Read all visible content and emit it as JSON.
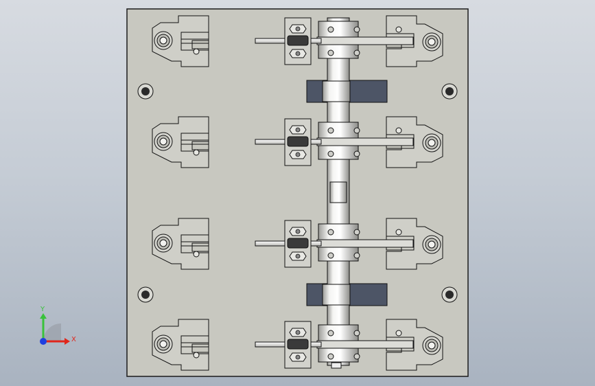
{
  "viewport": {
    "background_top": "#d7dbe1",
    "background_bottom": "#a9b3c0"
  },
  "model": {
    "plate_color": "#c8c8c0",
    "edge_color": "#1a1a1a",
    "hole_color": "#2a2a2a",
    "slot_color": "#4d5566",
    "shaft_color": "#e9e9e6",
    "station_count": 4
  },
  "triad": {
    "x_label": "X",
    "y_label": "Y",
    "x_color": "#e0261b",
    "y_color": "#39c23a",
    "z_color": "#1f3fe0"
  }
}
